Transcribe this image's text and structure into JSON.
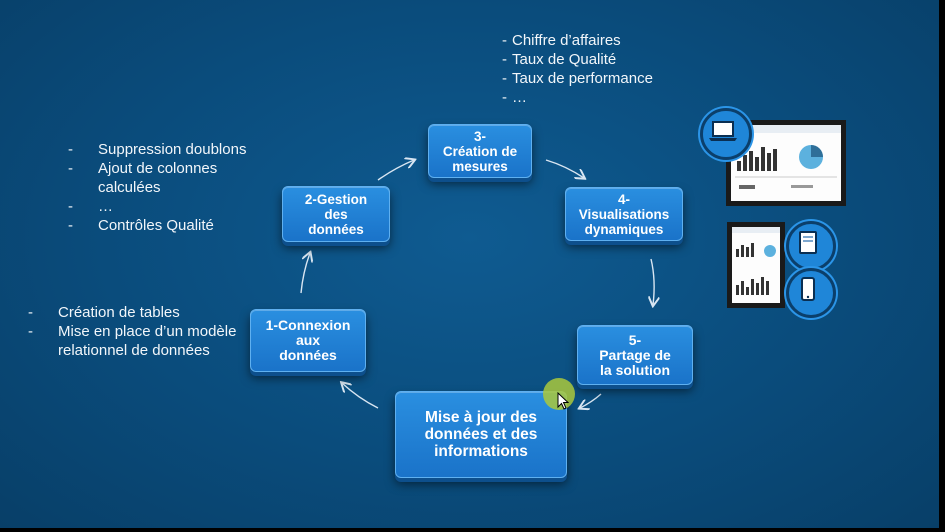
{
  "diagram": {
    "steps": {
      "connexion": "1-Connexion\naux\ndonnées",
      "gestion": "2-Gestion\ndes\ndonnées",
      "mesures": "3-\nCréation de\nmesures",
      "visualisations": "4-\nVisualisations\ndynamiques",
      "partage": "5-\nPartage de\nla solution",
      "mise_a_jour": "Mise à jour des\ndonnées et des\ninformations"
    },
    "notes_top": [
      "Chiffre d’affaires",
      "Taux de Qualité",
      "Taux de performance",
      "…"
    ],
    "notes_middle": [
      "Suppression doublons",
      "Ajout de colonnes\ncalculées",
      "…",
      "Contrôles Qualité"
    ],
    "notes_bottom": [
      "Création de tables",
      "Mise en place d’un modèle\nrelationnel de données"
    ]
  },
  "icons": [
    "laptop-icon",
    "tablet-icon",
    "phone-icon"
  ],
  "colors": {
    "background": "#0a4c7c",
    "box": "#1f80d6",
    "accent_cursor": "#aac83c"
  }
}
